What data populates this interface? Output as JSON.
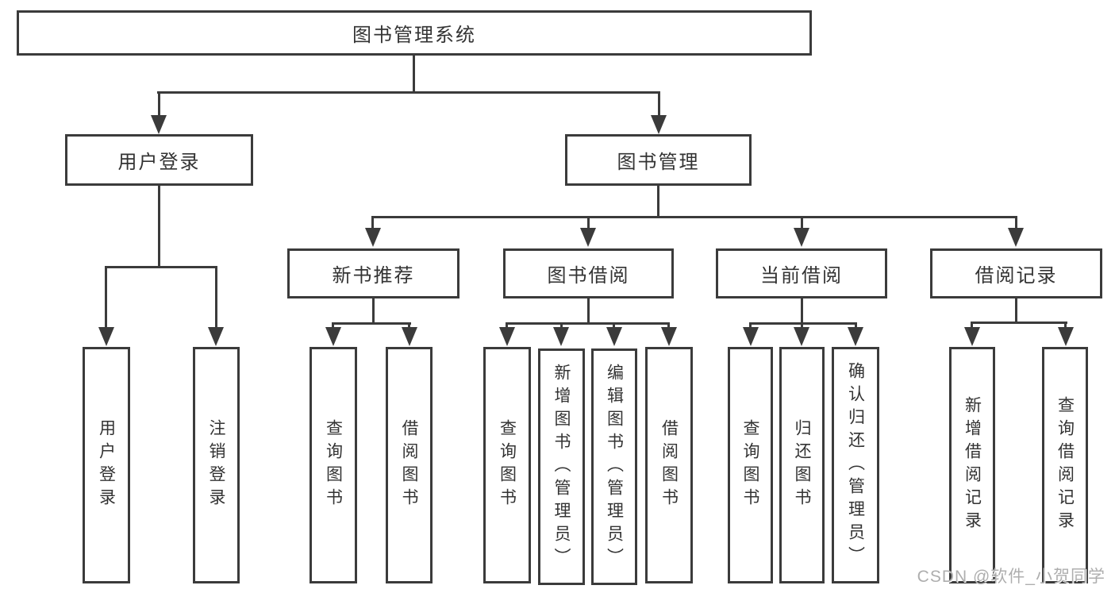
{
  "diagram": {
    "title": "图书管理系统",
    "level2": [
      {
        "label": "用户登录"
      },
      {
        "label": "图书管理"
      }
    ],
    "level3": [
      {
        "label": "新书推荐"
      },
      {
        "label": "图书借阅"
      },
      {
        "label": "当前借阅"
      },
      {
        "label": "借阅记录"
      }
    ],
    "leaves": {
      "login": [
        {
          "label": "用户登录"
        },
        {
          "label": "注销登录"
        }
      ],
      "recommend": [
        {
          "label": "查询图书"
        },
        {
          "label": "借阅图书"
        }
      ],
      "borrow": [
        {
          "label": "查询图书"
        },
        {
          "label": "新增图书（管理员）"
        },
        {
          "label": "编辑图书（管理员）"
        },
        {
          "label": "借阅图书"
        }
      ],
      "current": [
        {
          "label": "查询图书"
        },
        {
          "label": "归还图书"
        },
        {
          "label": "确认归还（管理员）"
        }
      ],
      "records": [
        {
          "label": "新增借阅记录"
        },
        {
          "label": "查询借阅记录"
        }
      ]
    }
  },
  "watermark": {
    "text": "CSDN @软件_小贺同学"
  },
  "colors": {
    "line": "#3b3b3b",
    "text": "#333333",
    "watermark": "#aeaeae",
    "background": "#ffffff"
  }
}
